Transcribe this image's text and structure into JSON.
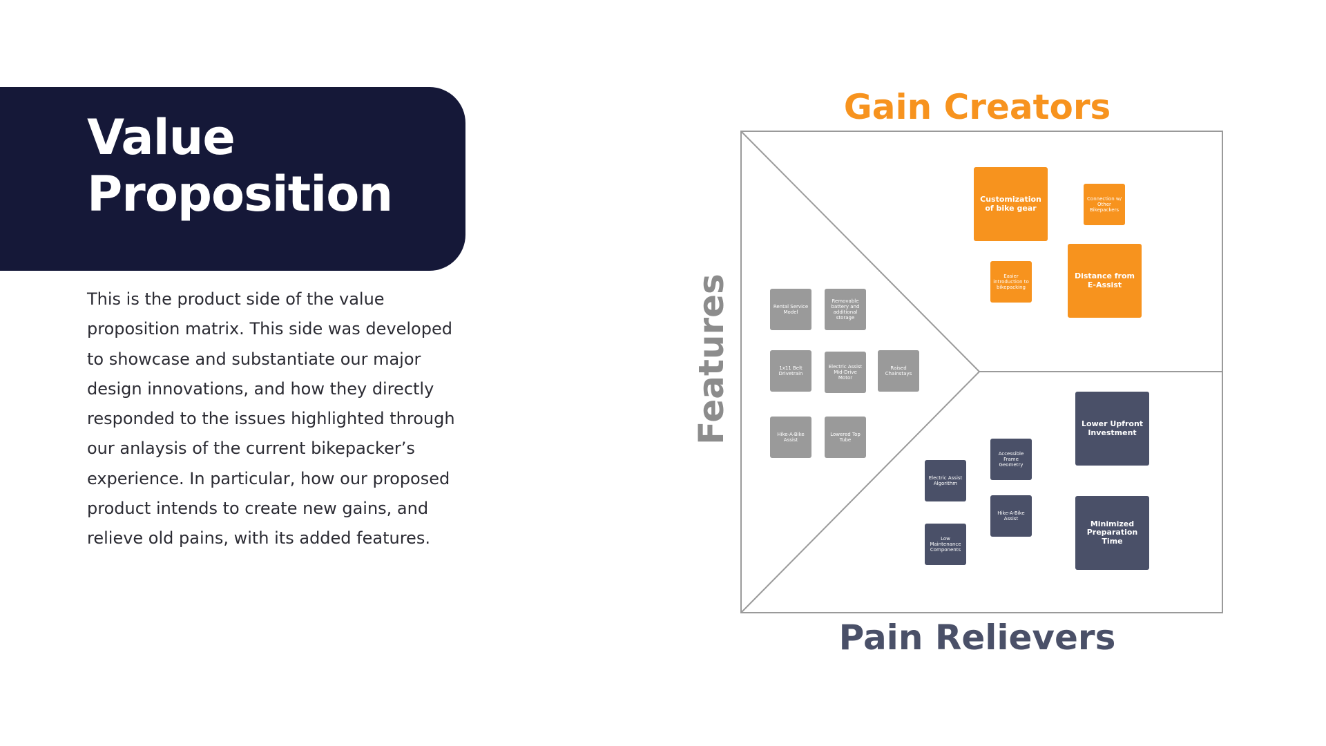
{
  "slide": {
    "title_lines": [
      "Value",
      "Proposition"
    ],
    "description_lines": [
      "This is the product side of the value",
      "proposition matrix. This side was developed",
      "to showcase and substantiate our major",
      "design innovations, and how they directly",
      "responded to the issues highlighted through",
      "our anlaysis of the current bikepacker’s",
      "experience. In particular, how our proposed",
      "product intends to create new gains, and",
      "relieve old pains, with its added features."
    ]
  },
  "matrix": {
    "gain_label": "Gain Creators",
    "pain_label": "Pain Relievers",
    "features_label": "Features",
    "colors": {
      "gain": "#f7931e",
      "pain": "#4a5068",
      "feature": "#9a9a9a",
      "banner": "#151838",
      "frame": "#9a9a9a"
    },
    "features": [
      "Rental Service Model",
      "Removable battery and additional storage",
      "1x11 Belt Drivetrain",
      "Electric Assist Mid-Drive Motor",
      "Raised Chainstays",
      "Hike-A-Bike Assist",
      "Lowered Top Tube"
    ],
    "gain_creators": [
      "Customization of bike gear",
      "Connection w/ Other Bikepackers",
      "Easier introduction to bikepacking",
      "Distance from E-Assist"
    ],
    "pain_relievers": [
      "Lower Upfront Investment",
      "Accessible Frame Geometry",
      "Electric Assist Algorithm",
      "Hike-A-Bike Assist",
      "Low Maintenance Components",
      "Minimized Preparation Time"
    ]
  }
}
